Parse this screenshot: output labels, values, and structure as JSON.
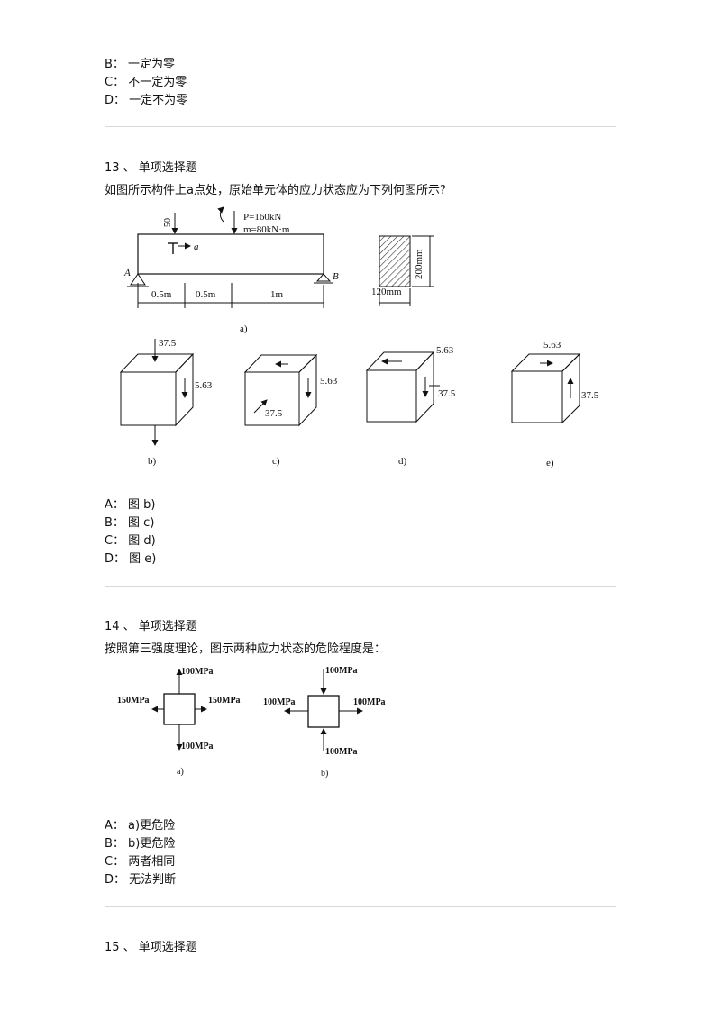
{
  "q12_tail": {
    "options": [
      "B： 一定为零",
      "C： 不一定为零",
      "D： 一定不为零"
    ]
  },
  "q13": {
    "header": "13 、 单项选择题",
    "question": "如图所示构件上a点处，原始单元体的应力状态应为下列何图所示?",
    "figure": {
      "p_label": "P=160kN",
      "m_label": "m=80kN·m",
      "dim_50": "50",
      "point_a": "a",
      "support_a": "A",
      "support_b": "B",
      "seg1": "0.5m",
      "seg2": "0.5m",
      "seg3": "1m",
      "caption_a": "a)",
      "section_h": "200mm",
      "section_w": "120mm",
      "val_375": "37.5",
      "val_563": "5.63",
      "caption_b": "b)",
      "caption_c": "c)",
      "caption_d": "d)",
      "caption_e": "e)"
    },
    "options": [
      "A： 图 b)",
      "B： 图 c)",
      "C： 图 d)",
      "D： 图 e)"
    ]
  },
  "q14": {
    "header": "14 、 单项选择题",
    "question": "按照第三强度理论，图示两种应力状态的危险程度是：",
    "figure": {
      "a_top": "100MPa",
      "a_bottom": "100MPa",
      "a_left": "150MPa",
      "a_right": "150MPa",
      "b_top": "100MPa",
      "b_bottom": "100MPa",
      "b_left": "100MPa",
      "b_right": "100MPa",
      "caption_a": "a)",
      "caption_b": "b)"
    },
    "options": [
      "A： a)更危险",
      "B： b)更危险",
      "C： 两者相同",
      "D： 无法判断"
    ]
  },
  "q15": {
    "header": "15 、 单项选择题"
  }
}
